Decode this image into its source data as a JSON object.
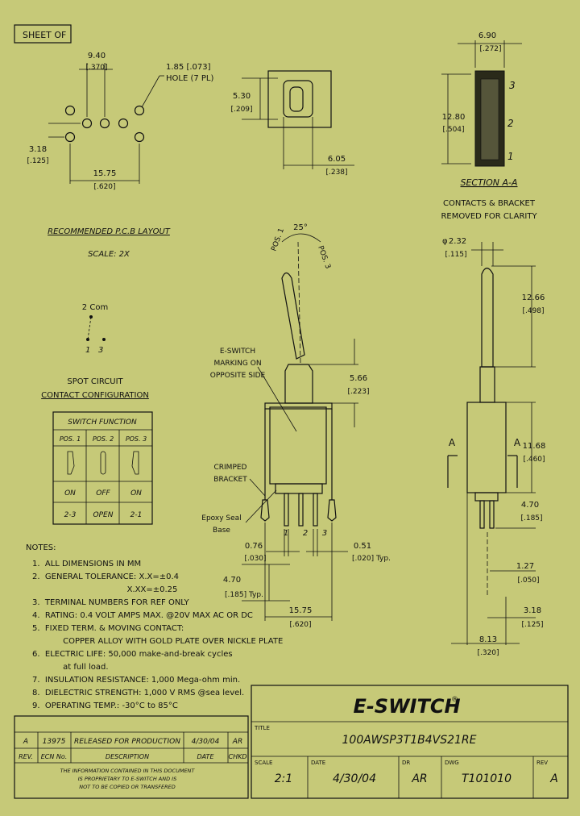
{
  "sheet": "SHEET  OF",
  "pcb": {
    "dim_pitch": "9.40",
    "dim_pitch_in": "[.370]",
    "hole_dim": "1.85 [.073]",
    "hole_note": "HOLE (7 PL)",
    "dim_318": "3.18",
    "dim_318_in": "[.125]",
    "dim_1575": "15.75",
    "dim_1575_in": "[.620]",
    "title": "RECOMMENDED P.C.B LAYOUT",
    "scale": "SCALE: 2X"
  },
  "pcb_side": {
    "h": "5.30",
    "h_in": "[.209]",
    "w": "6.05",
    "w_in": "[.238]"
  },
  "section": {
    "w": "6.90",
    "w_in": "[.272]",
    "h": "12.80",
    "h_in": "[.504]",
    "pins": [
      "3",
      "2",
      "1"
    ],
    "title": "SECTION A-A",
    "note1": "CONTACTS & BRACKET",
    "note2": "REMOVED FOR CLARITY"
  },
  "spot": {
    "com": "2 Com",
    "pins": [
      "1",
      "3"
    ],
    "title1": "SPOT CIRCUIT",
    "title2": "CONTACT CONFIGURATION"
  },
  "switch_table": {
    "title": "SWITCH FUNCTION",
    "headers": [
      "POS. 1",
      "POS. 2",
      "POS. 3"
    ],
    "state": [
      "ON",
      "OFF",
      "ON"
    ],
    "conn": [
      "2-3",
      "OPEN",
      "2-1"
    ]
  },
  "front": {
    "angle": "25°",
    "pos1": "POS. 1",
    "pos3": "POS. 3",
    "marking1": "E-SWITCH",
    "marking2": "MARKING ON",
    "marking3": "OPPOSITE SIDE",
    "dim_566": "5.66",
    "dim_566_in": "[.223]",
    "crimped1": "CRIMPED",
    "crimped2": "BRACKET",
    "epoxy1": "Epoxy Seal",
    "epoxy2": "Base",
    "pins": [
      "1",
      "2",
      "3"
    ],
    "dim_076": "0.76",
    "dim_076_in": "[.030]",
    "dim_051": "0.51",
    "dim_051_in": "[.020] Typ.",
    "dim_470": "4.70",
    "dim_470_in": "[.185] Typ.",
    "dim_1575": "15.75",
    "dim_1575_in": "[.620]"
  },
  "side": {
    "dia": "2.32",
    "dia_in": "[.115]",
    "phi": "φ",
    "dim_1266": "12.66",
    "dim_1266_in": "[.498]",
    "sec_a": "A",
    "dim_1168": "11.68",
    "dim_1168_in": "[.460]",
    "dim_470": "4.70",
    "dim_470_in": "[.185]",
    "dim_127": "1.27",
    "dim_127_in": "[.050]",
    "dim_318": "3.18",
    "dim_318_in": "[.125]",
    "dim_813": "8.13",
    "dim_813_in": "[.320]"
  },
  "notes": {
    "heading": "NOTES:",
    "lines": [
      "1.  ALL DIMENSIONS IN MM",
      "2.  GENERAL TOLERANCE: X.X=±0.4",
      "                                     X.XX=±0.25",
      "3.  TERMINAL NUMBERS FOR REF ONLY",
      "4.  RATING: 0.4 VOLT AMPS MAX. @20V MAX AC OR DC",
      "5.  FIXED TERM. & MOVING CONTACT:",
      "            COPPER ALLOY WITH GOLD PLATE OVER NICKLE PLATE",
      "6.  ELECTRIC LIFE: 50,000 make-and-break cycles",
      "            at full load.",
      "7.  INSULATION RESISTANCE: 1,000 Mega-ohm min.",
      "8.  DIELECTRIC STRENGTH: 1,000 V RMS @sea level.",
      "9.  OPERATING TEMP.: -30°C to 85°C"
    ]
  },
  "revision": {
    "rev": "A",
    "ecn": "13975",
    "desc": "RELEASED FOR PRODUCTION",
    "date": "4/30/04",
    "by": "AR",
    "headers": [
      "REV.",
      "ECN No.",
      "DESCRIPTION",
      "DATE",
      "CHKD"
    ],
    "proprietary": [
      "THE INFORMATION CONTAINED IN THIS DOCUMENT",
      "IS PROPRIETARY TO E-SWITCH AND IS",
      "NOT TO BE COPIED OR TRANSFERED"
    ]
  },
  "title_block": {
    "logo": "E-SWITCH",
    "reg": "®",
    "title_label": "TITLE",
    "title": "100AWSP3T1B4VS21RE",
    "scale_label": "SCALE",
    "scale": "2:1",
    "date_label": "DATE",
    "date": "4/30/04",
    "dr_label": "DR",
    "dr": "AR",
    "dwg_label": "DWG",
    "dwg": "T101010",
    "rev_label": "REV",
    "rev": "A"
  }
}
